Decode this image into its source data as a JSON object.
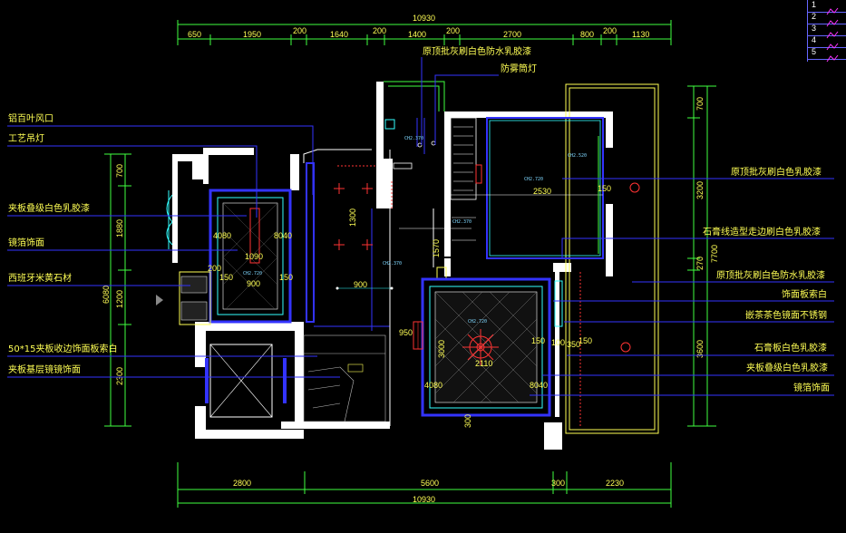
{
  "left_annotations": [
    {
      "id": "aluminum-louver-vent",
      "text": "铝百叶风口"
    },
    {
      "id": "craft-chandelier",
      "text": "工艺吊灯"
    },
    {
      "id": "plywood-white-latex-left",
      "text": "夹板叠级白色乳胶漆"
    },
    {
      "id": "mirror-decor-left",
      "text": "镜箔饰面"
    },
    {
      "id": "spanish-beige-marble",
      "text": "西班牙米黄石材"
    },
    {
      "id": "plywood-edge-panel",
      "text": "50*15夹板收边饰面板索白"
    },
    {
      "id": "plywood-mirror-base",
      "text": "夹板基层镜镜饰面"
    }
  ],
  "right_annotations": [
    {
      "id": "ceiling-white-waterproof-top",
      "text": "原顶批灰刷白色防水乳胶漆"
    },
    {
      "id": "anti-fog-downlight",
      "text": "防雾筒灯"
    },
    {
      "id": "ceiling-white-latex-right",
      "text": "原顶批灰刷白色乳胶漆"
    },
    {
      "id": "plaster-line-white",
      "text": "石膏线造型走边刷白色乳胶漆"
    },
    {
      "id": "ceiling-white-waterproof-right",
      "text": "原顶批灰刷白色防水乳胶漆"
    },
    {
      "id": "decor-panel-white",
      "text": "饰面板索白"
    },
    {
      "id": "tea-mirror-steel",
      "text": "嵌茶茶色镜面不锈钢"
    },
    {
      "id": "plaster-board-white",
      "text": "石膏板白色乳胶漆"
    },
    {
      "id": "plywood-white-latex-right",
      "text": "夹板叠级白色乳胶漆"
    },
    {
      "id": "mirror-decor-right",
      "text": "镜箔饰面"
    }
  ],
  "top_dims": {
    "total": "10930",
    "segments": [
      "650",
      "1950",
      "200",
      "1640",
      "200",
      "1400",
      "200",
      "2700",
      "800",
      "200",
      "1130"
    ]
  },
  "bottom_dims": {
    "total": "10930",
    "segments": [
      "2800",
      "5600",
      "300",
      "2230"
    ]
  },
  "left_dims": {
    "total": "6080",
    "segments": [
      "700",
      "1880",
      "1200",
      "2300"
    ]
  },
  "right_dims": {
    "total": "7700",
    "segments": [
      "700",
      "3200",
      "270",
      "3600"
    ]
  },
  "interior_dims": {
    "d1300": "1300",
    "d900a": "900",
    "d900b": "900",
    "d1570": "1570",
    "d2530": "2530",
    "d4080a": "4080",
    "d8040a": "8040",
    "d1090": "1090",
    "d950": "950",
    "d3000": "3000",
    "d2110": "2110",
    "d4080b": "4080",
    "d8040b": "8040",
    "d300": "300",
    "d150a": "150",
    "d150b": "150",
    "d200": "200",
    "d150c": "150",
    "d100": "100",
    "d350": "350",
    "d150d": "150",
    "d150e": "150"
  },
  "ceiling_heights": {
    "ch2370a": "CH2.370",
    "ch2720a": "CH2.720",
    "ch2370b": "CH2.370",
    "ch2370c": "CH2.370",
    "ch2720b": "CH2.720",
    "ch2720c": "CH2.720",
    "ch2520": "CH2.520"
  },
  "legend": {
    "rows": [
      {
        "num": "1",
        "color": "#ff33ff"
      },
      {
        "num": "2",
        "color": "#ff33ff"
      },
      {
        "num": "3",
        "color": "#ff33ff"
      },
      {
        "num": "4",
        "color": "#ff33ff"
      },
      {
        "num": "5",
        "color": "#ff33ff"
      }
    ]
  },
  "colors": {
    "wall": "#ffffff",
    "dim": "#40ff40",
    "leader": "#3333ff",
    "accent_cyan": "#33ffff",
    "label": "#ffff55",
    "red": "#ff3333"
  }
}
